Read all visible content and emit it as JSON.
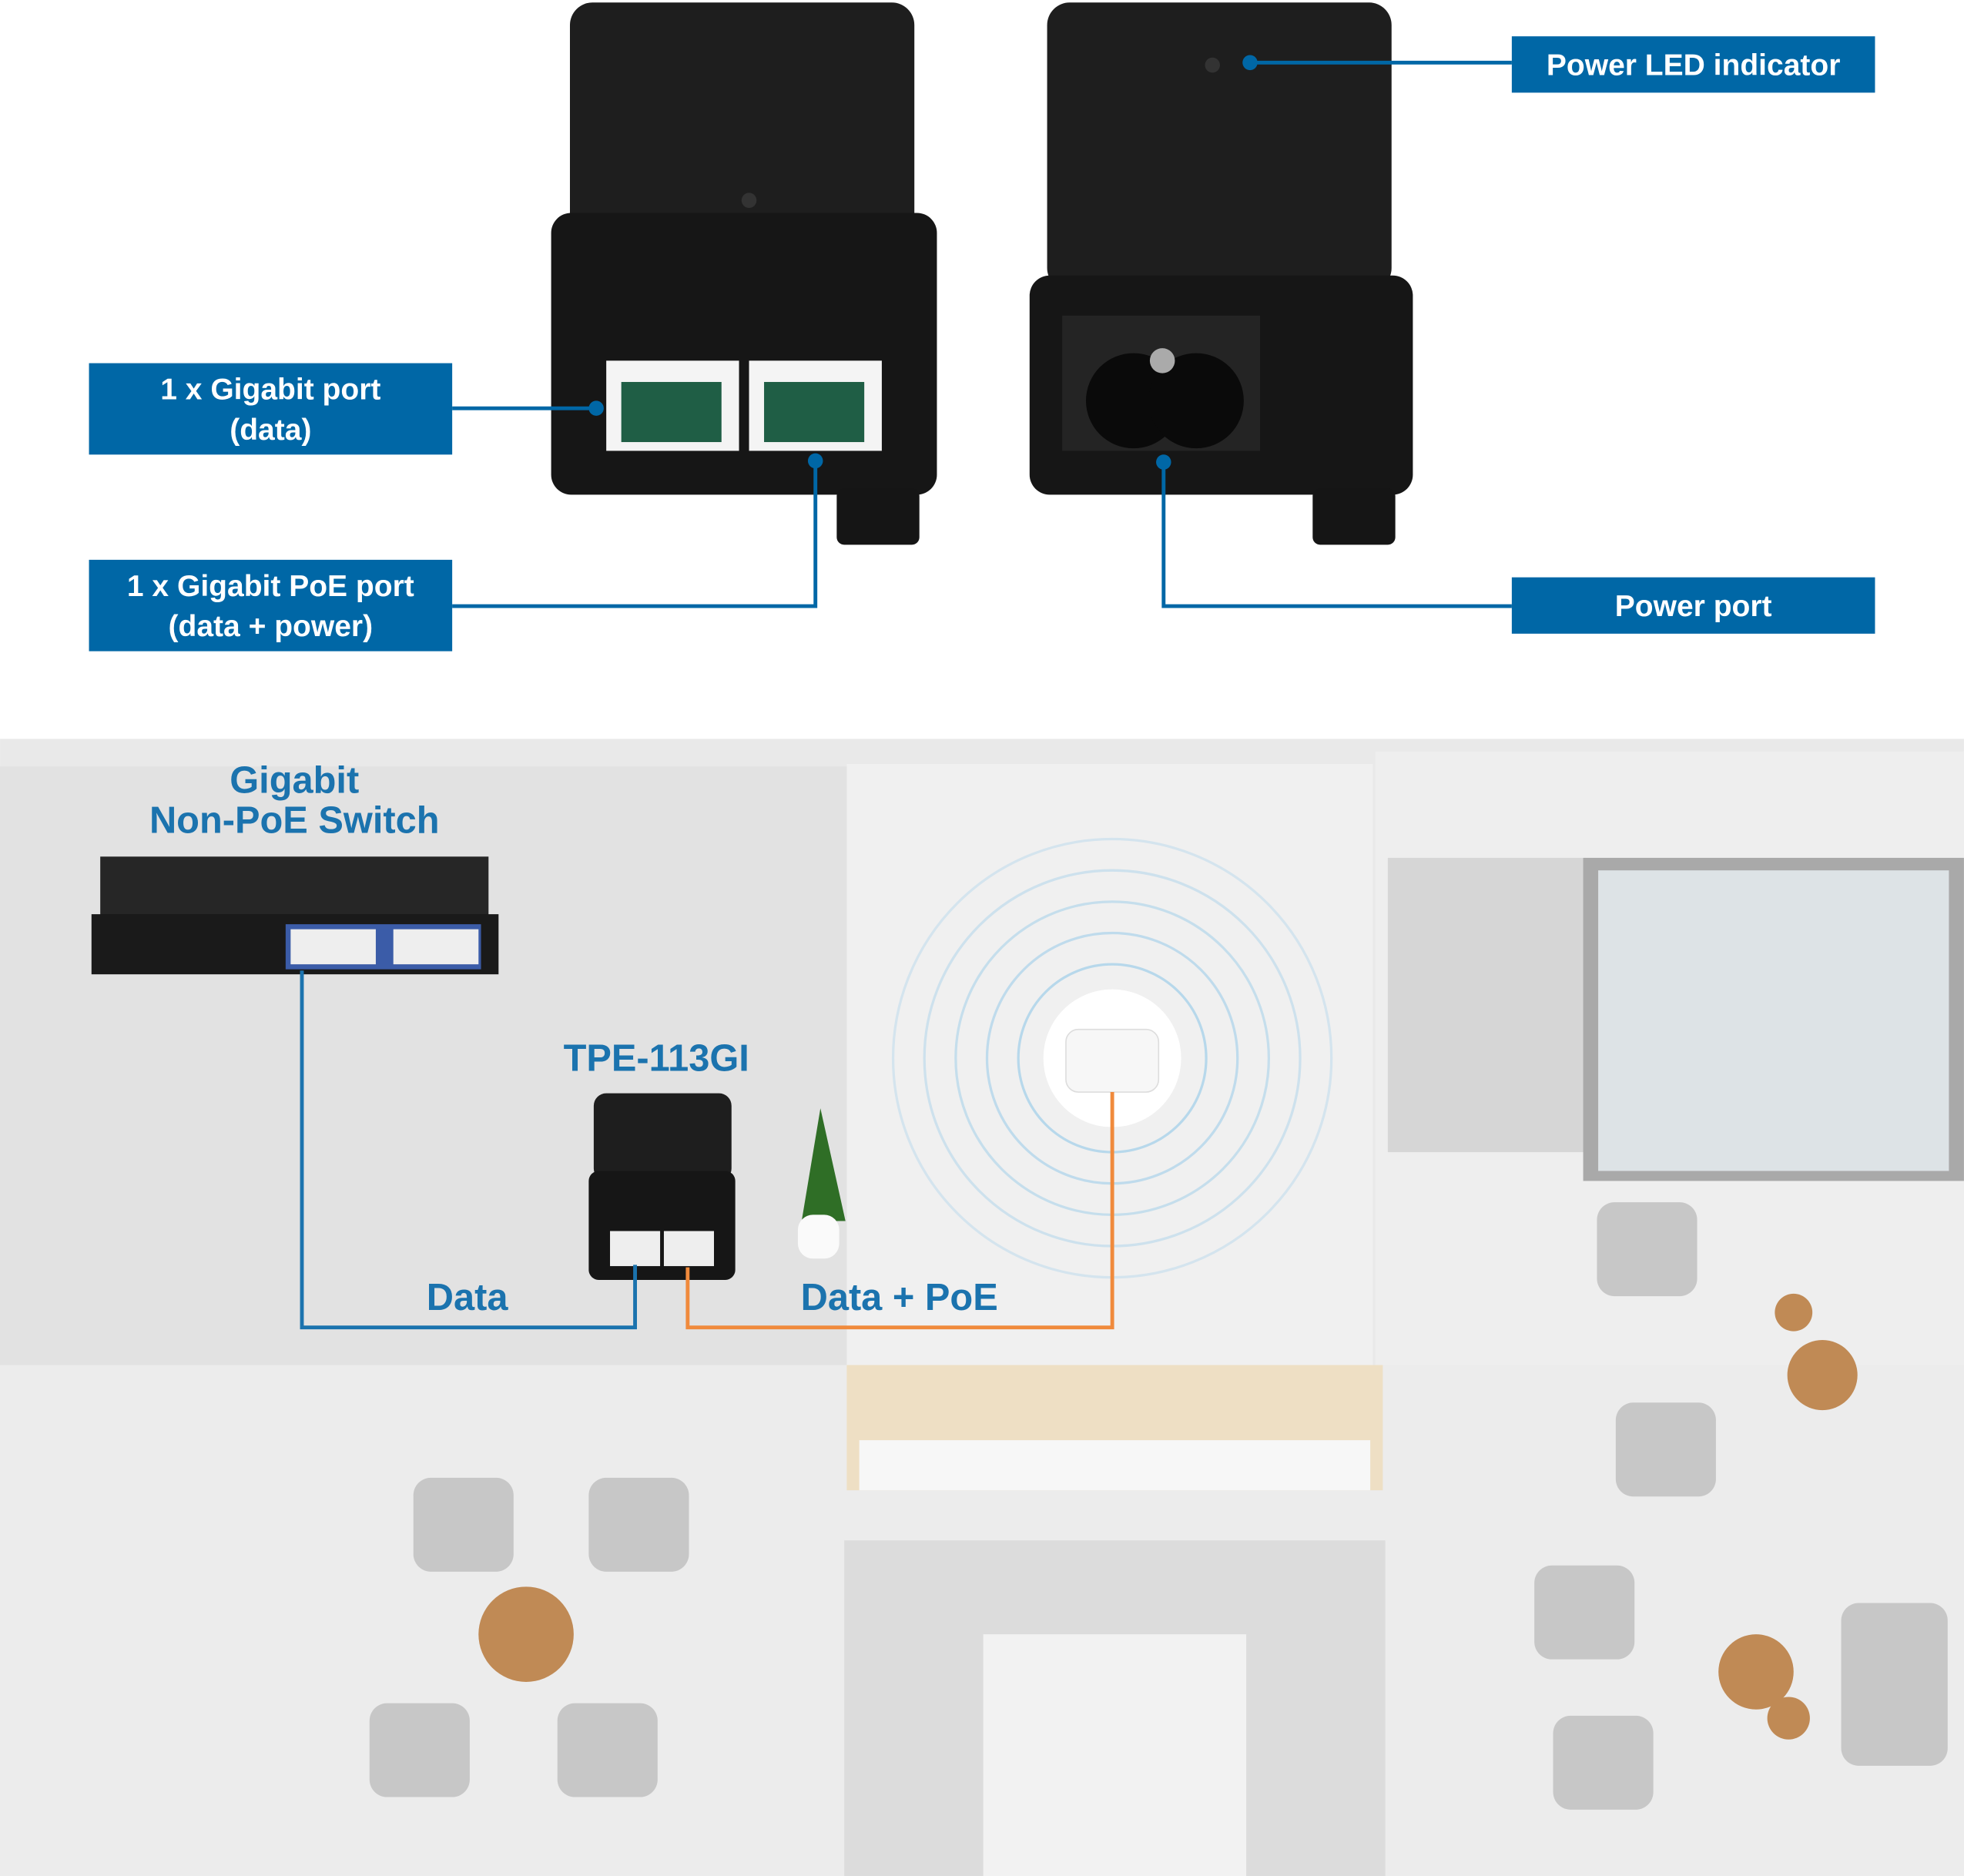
{
  "callouts": {
    "power_led": "Power LED indicator",
    "gigabit_port_line1": "1 x Gigabit port",
    "gigabit_port_line2": "(data)",
    "poe_port_line1": "1 x Gigabit PoE port",
    "poe_port_line2": "(data + power)",
    "power_port": "Power port"
  },
  "diagram": {
    "switch_line1": "Gigabit",
    "switch_line2": "Non-PoE Switch",
    "injector_model": "TPE-113GI",
    "data_label": "Data",
    "data_poe_label": "Data + PoE"
  },
  "colors": {
    "callout_blue": "#0067a6",
    "data_cable": "#1b73ae",
    "poe_cable": "#f08a3c"
  }
}
